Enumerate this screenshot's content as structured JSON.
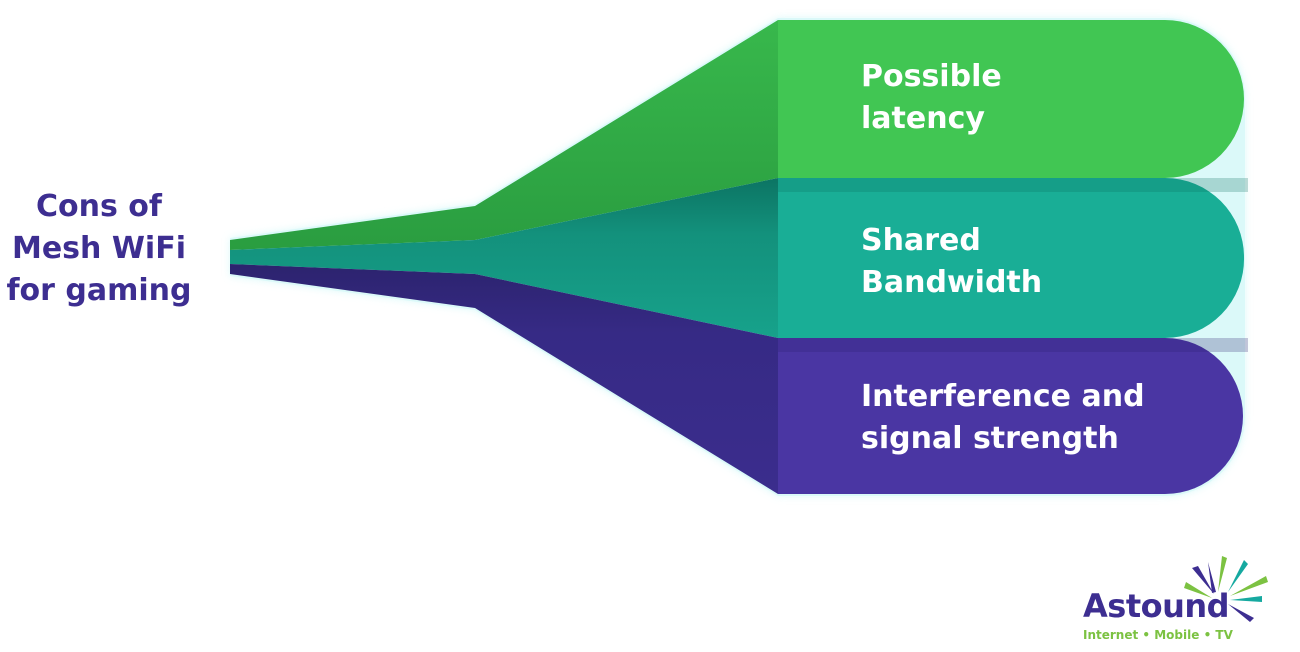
{
  "title": {
    "lines": [
      "Cons of",
      "Mesh WiFi",
      "for gaming"
    ],
    "color": "#3d2e91"
  },
  "bands": [
    {
      "lines": [
        "Possible",
        "latency"
      ],
      "color": "#41c653",
      "dark": "#2fae46"
    },
    {
      "lines": [
        "Shared",
        "Bandwidth"
      ],
      "color": "#19ae96",
      "dark": "#108a76"
    },
    {
      "lines": [
        "Interference and",
        "signal strength"
      ],
      "color": "#4a36a3",
      "dark": "#352a83"
    }
  ],
  "logo": {
    "name": "Astound",
    "tagline": "Internet • Mobile • TV",
    "brand_color": "#3d2e91",
    "accent_colors": [
      "#7cc242",
      "#16a9a0",
      "#3d2e91"
    ]
  }
}
